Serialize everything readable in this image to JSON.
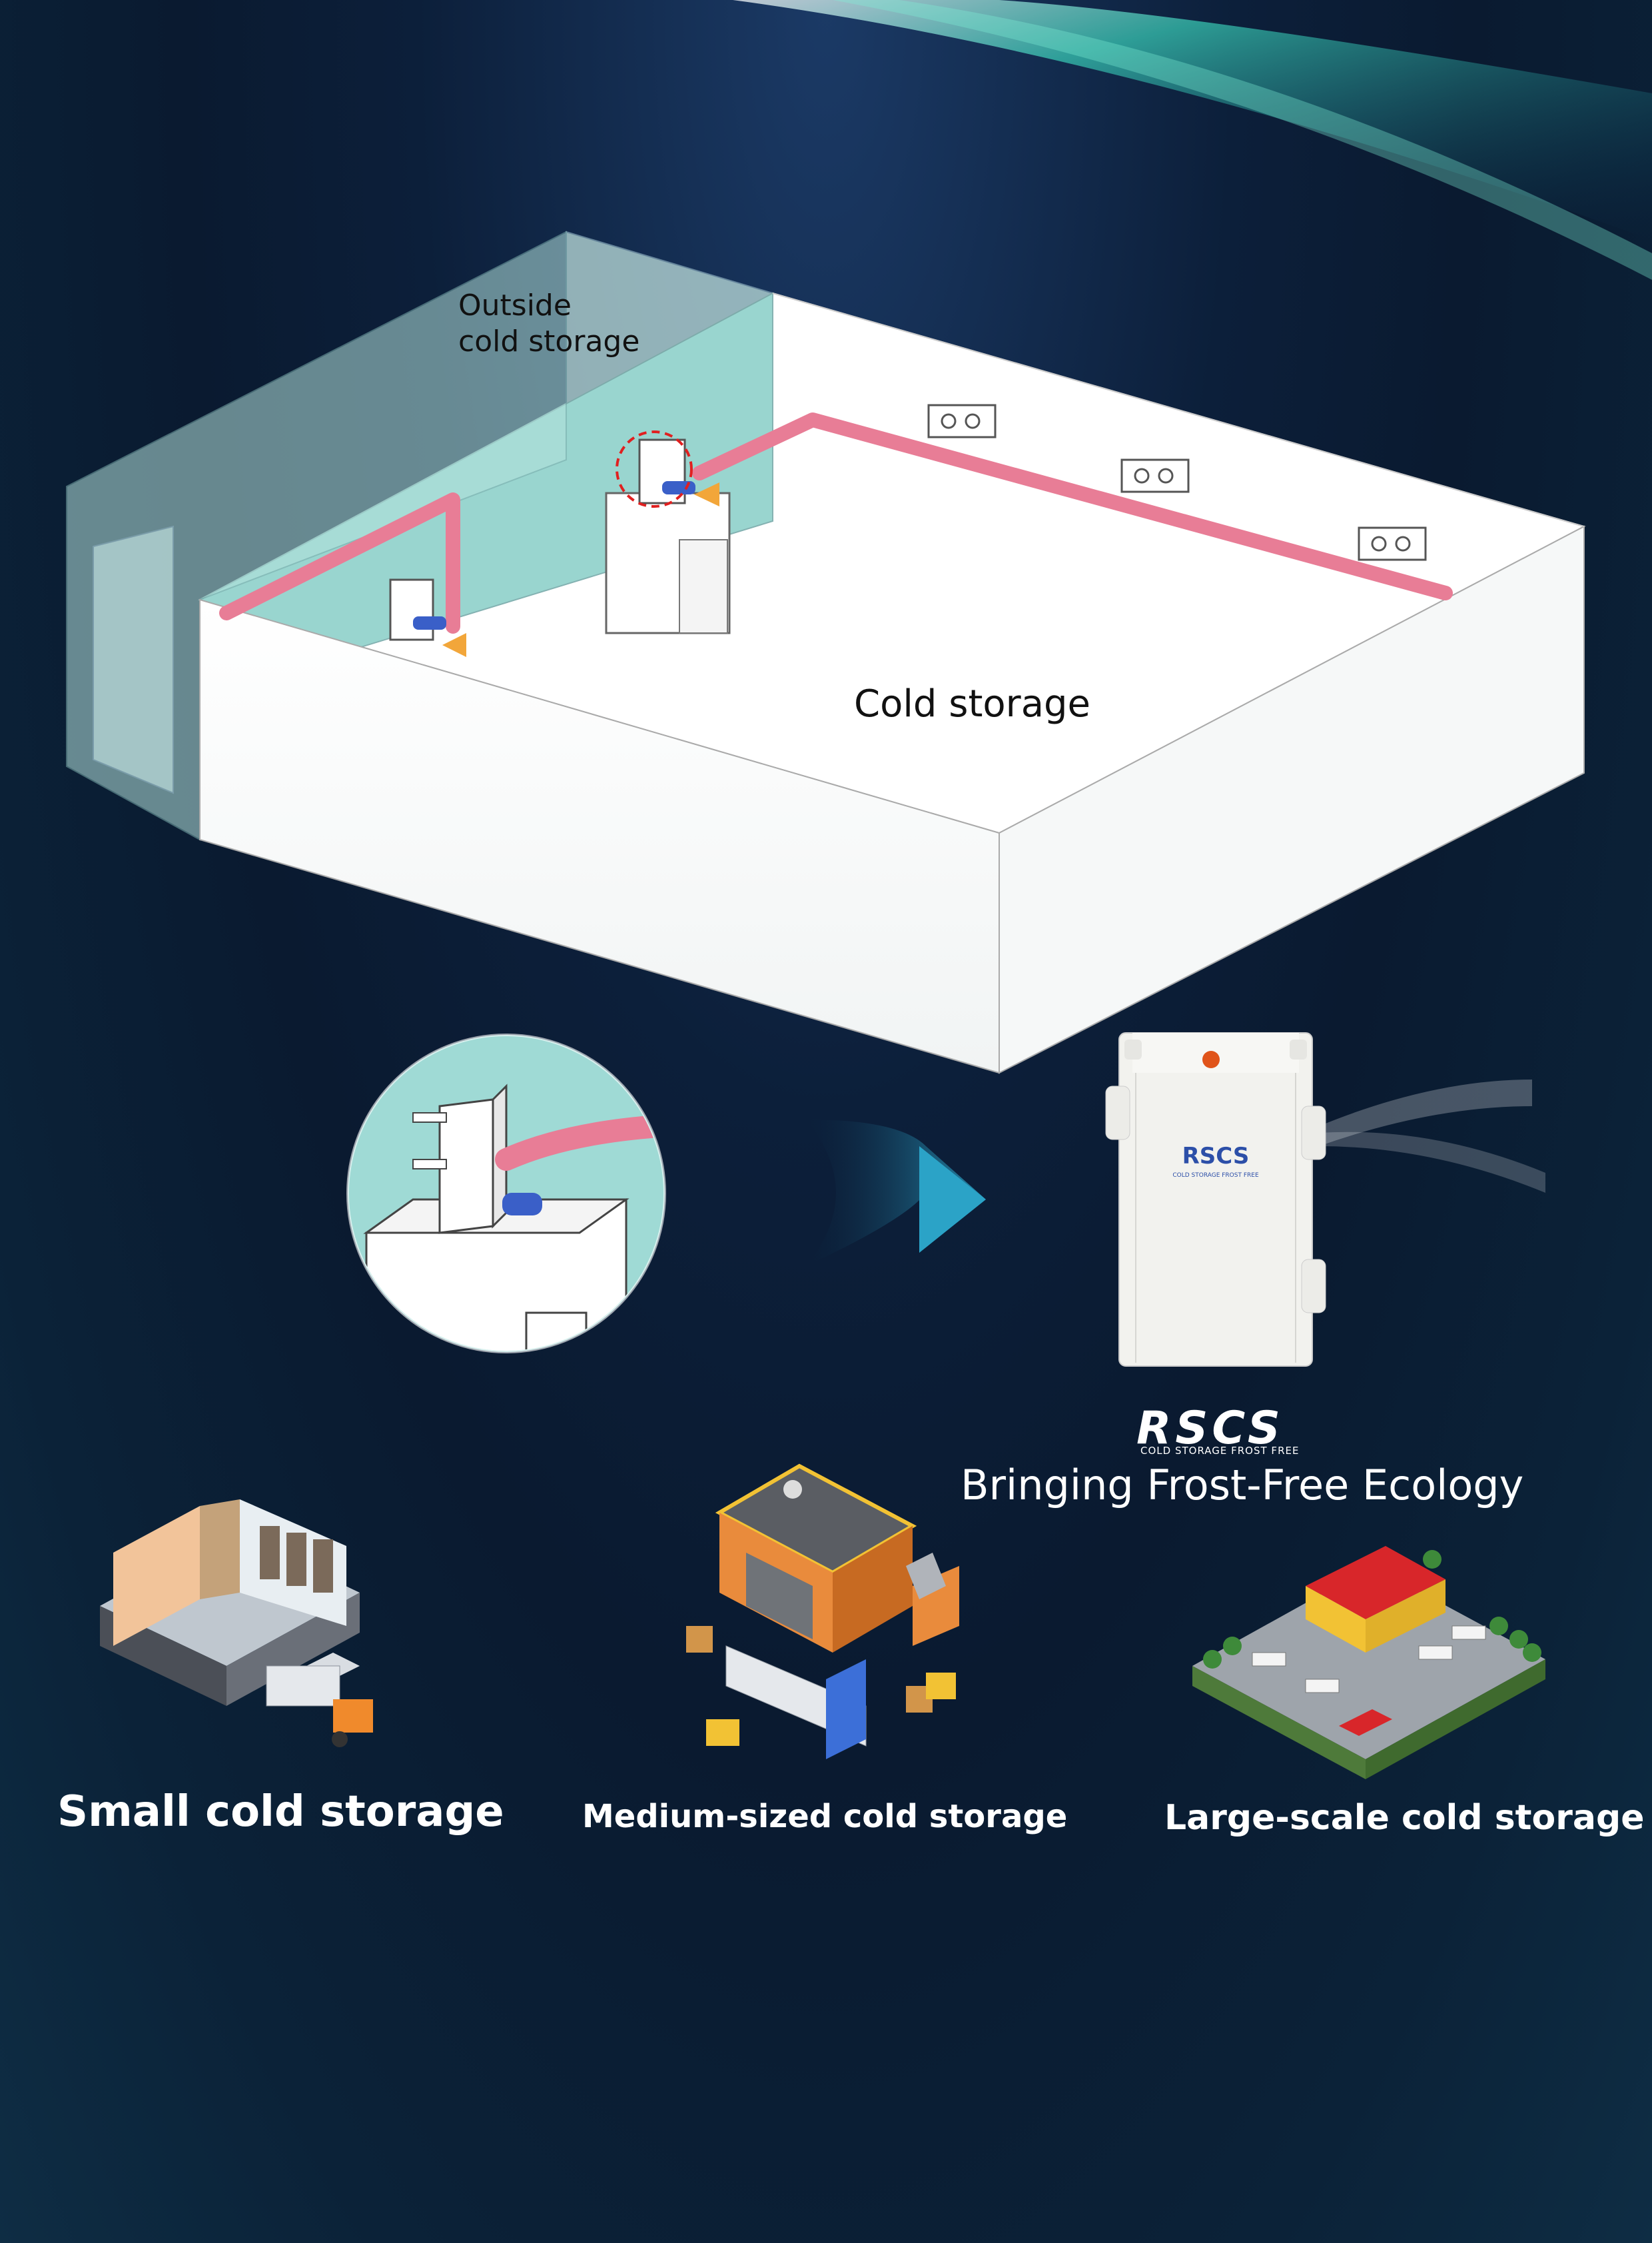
{
  "diagram": {
    "outside_label_line1": "Outside",
    "outside_label_line2": "cold storage",
    "cold_storage_label": "Cold storage"
  },
  "product": {
    "brand": "RSCS",
    "brand_sub": "COLD STORAGE FROST FREE",
    "tagline": "Bringing Frost-Free Ecology"
  },
  "categories": [
    {
      "label": "Small cold storage"
    },
    {
      "label": "Medium-sized cold storage"
    },
    {
      "label": "Large-scale cold storage"
    }
  ],
  "colors": {
    "pipe": "#e87d96",
    "room_glass": "#a6dcd8",
    "accent_arrow": "#2a8fb0",
    "highlight_circle": "#e02020"
  }
}
